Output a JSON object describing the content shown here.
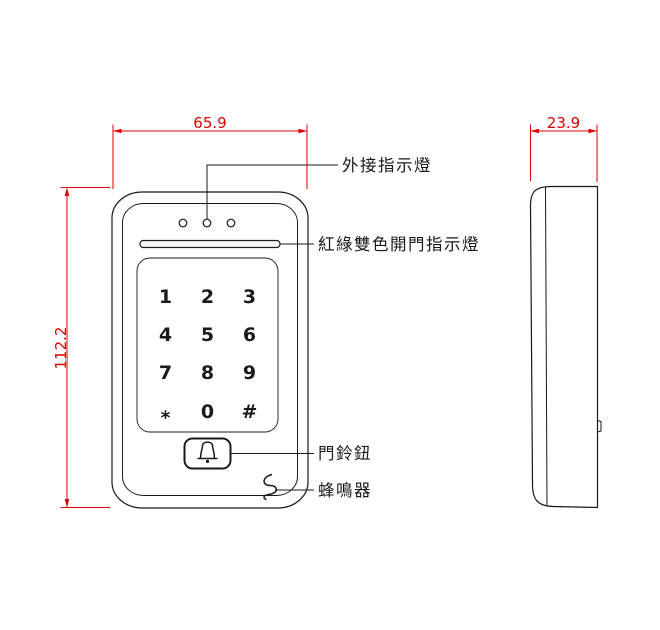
{
  "dimensions": {
    "width": "65.9",
    "height": "112.2",
    "depth": "23.9"
  },
  "labels": {
    "external_indicator": "外接指示燈",
    "door_open_indicator": "紅綠雙色開門指示燈",
    "doorbell_button": "門鈴鈕",
    "buzzer": "蜂鳴器"
  },
  "keypad": {
    "keys": [
      "1",
      "2",
      "3",
      "4",
      "5",
      "6",
      "7",
      "8",
      "9",
      "*",
      "0",
      "#"
    ]
  },
  "colors": {
    "dimension_red": "#dd0000",
    "line_black": "#1a1a1a",
    "background": "#ffffff"
  }
}
